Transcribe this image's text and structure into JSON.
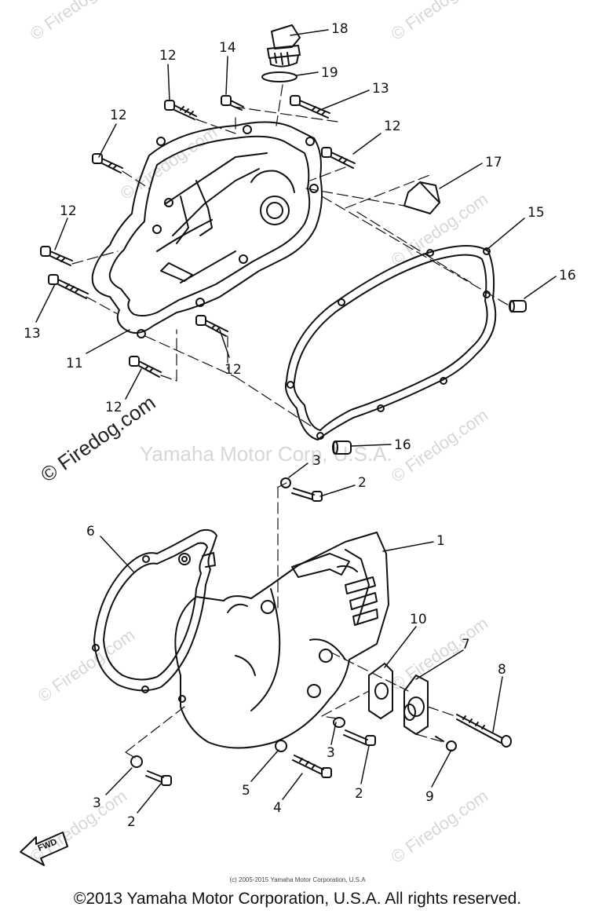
{
  "watermarks": {
    "site": "© Firedog.com",
    "site_short": "Firedog.com",
    "corp": "Yamaha Motor Corp, U.S.A."
  },
  "callouts": [
    "18",
    "19",
    "14",
    "12",
    "13",
    "12",
    "12",
    "12",
    "17",
    "15",
    "16",
    "13",
    "11",
    "12",
    "12",
    "16",
    "3",
    "2",
    "6",
    "1",
    "10",
    "7",
    "8",
    "3",
    "2",
    "9",
    "3",
    "5",
    "4",
    "2"
  ],
  "fwd_label": "FWD",
  "footer_small": "(c) 2005-2015 Yamaha Motor Corporation, U.S.A",
  "footer": "©2013 Yamaha Motor Corporation, U.S.A. All rights reserved."
}
